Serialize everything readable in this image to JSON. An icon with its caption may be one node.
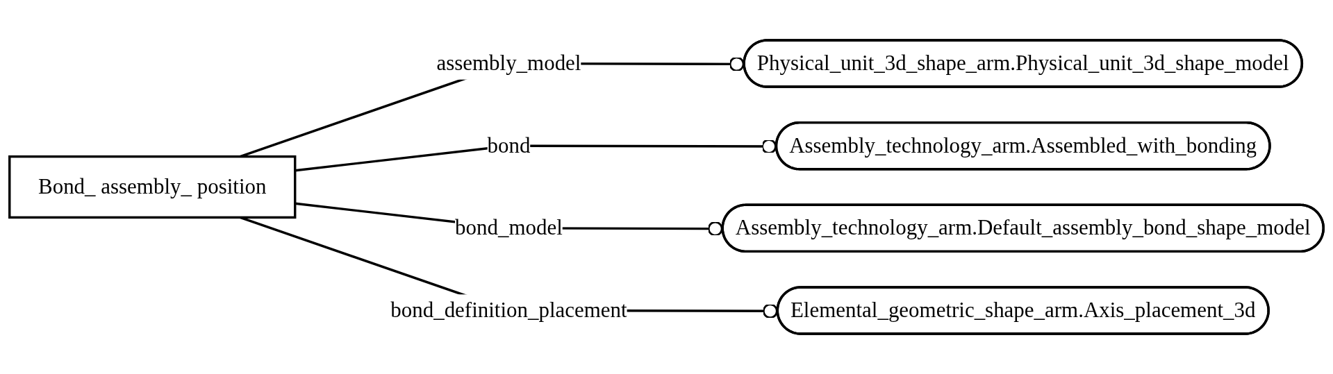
{
  "diagram": {
    "nodes": [
      {
        "text": [
          "Bond_ assembly_ position"
        ]
      },
      {
        "text": [
          "Physical_unit_3d_shape_arm.Physical_unit_3d_shape_model"
        ]
      },
      {
        "text": [
          "Assembly_technology_arm.Assembled_with_bonding"
        ]
      },
      {
        "text": [
          "Assembly_technology_arm.Default_assembly_bond_shape_model"
        ]
      },
      {
        "text": [
          "Elemental_geometric_shape_arm.Axis_placement_3d"
        ]
      }
    ],
    "edges": [
      {
        "from": 0,
        "to": 1,
        "arrow": "other",
        "label": "assembly_model"
      },
      {
        "from": 0,
        "to": 2,
        "arrow": "other",
        "label": "bond"
      },
      {
        "from": 0,
        "to": 3,
        "arrow": "other",
        "label": "bond_model"
      },
      {
        "from": 0,
        "to": 4,
        "arrow": "other",
        "label": "bond_definition_placement"
      }
    ]
  }
}
